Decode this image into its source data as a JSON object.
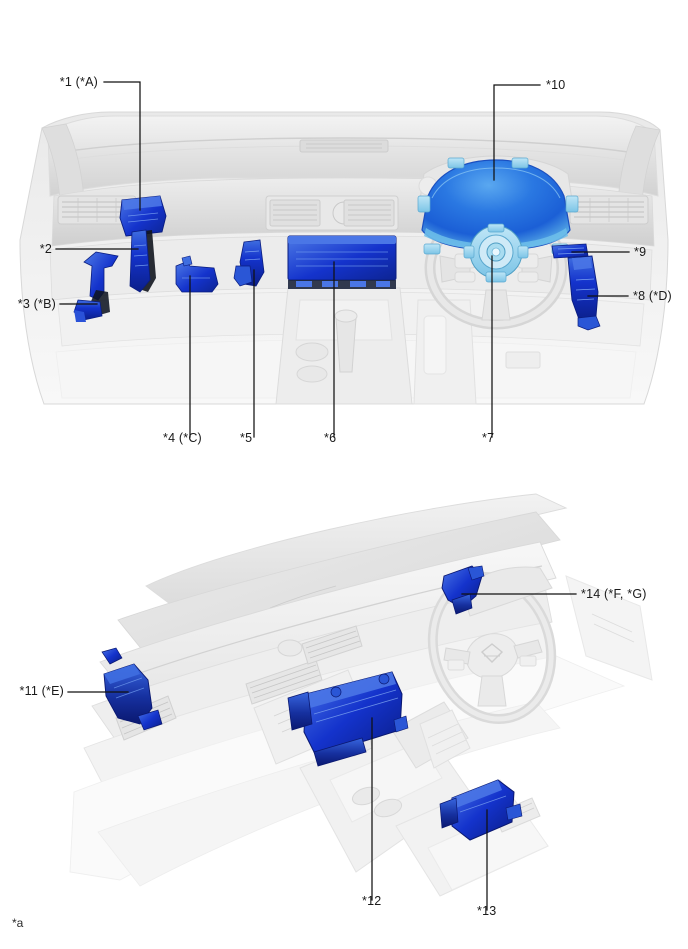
{
  "document": {
    "type": "automotive-service-diagram",
    "title_note": "*a",
    "figures": [
      {
        "id": "figure-top",
        "view": "instrument-panel-front-view"
      },
      {
        "id": "figure-bottom",
        "view": "instrument-panel-perspective-view"
      }
    ]
  },
  "colors": {
    "component_blue": "#1433cc",
    "component_blue_dark": "#0b1f8a",
    "component_blue_light": "#3f6ee0",
    "airbag_blue": "#1f6fe0",
    "airbag_blue_light": "#7fc2ef",
    "cyan_accent": "#8fd3ef",
    "body_gray": "#e6e6e6",
    "body_gray_dark": "#c9c9c9",
    "leader_line": "#111111",
    "text": "#1a1a1a",
    "background": "#ffffff"
  },
  "figure_top": {
    "callouts": [
      {
        "id": "c1",
        "label": "*1 (*A)"
      },
      {
        "id": "c2",
        "label": "*2"
      },
      {
        "id": "c3",
        "label": "*3 (*B)"
      },
      {
        "id": "c4",
        "label": "*4 (*C)"
      },
      {
        "id": "c5",
        "label": "*5"
      },
      {
        "id": "c6",
        "label": "*6"
      },
      {
        "id": "c7",
        "label": "*7"
      },
      {
        "id": "c8",
        "label": "*8 (*D)"
      },
      {
        "id": "c9",
        "label": "*9"
      },
      {
        "id": "c10",
        "label": "*10"
      }
    ]
  },
  "figure_bottom": {
    "callouts": [
      {
        "id": "c11",
        "label": "*11 (*E)"
      },
      {
        "id": "c12",
        "label": "*12"
      },
      {
        "id": "c13",
        "label": "*13"
      },
      {
        "id": "c14",
        "label": "*14 (*F, *G)"
      }
    ]
  },
  "footnote": {
    "label": "*a"
  }
}
